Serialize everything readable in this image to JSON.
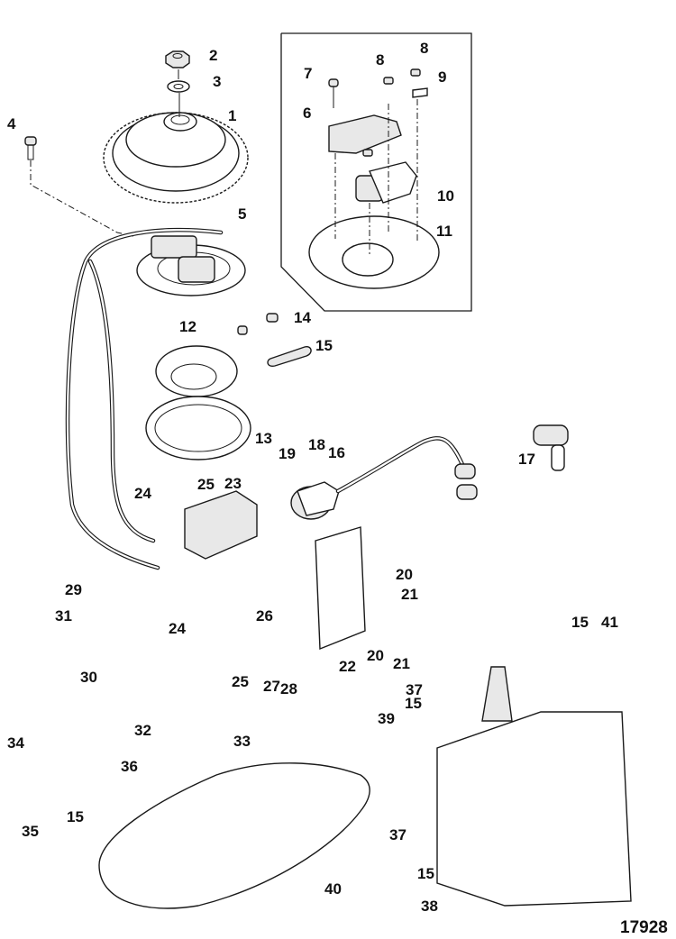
{
  "diagram": {
    "figure_number": "17928",
    "callouts": [
      "1",
      "2",
      "3",
      "4",
      "5",
      "6",
      "7",
      "8",
      "8",
      "9",
      "10",
      "11",
      "12",
      "13",
      "14",
      "15",
      "15",
      "15",
      "15",
      "15",
      "16",
      "17",
      "18",
      "19",
      "20",
      "20",
      "21",
      "21",
      "22",
      "23",
      "24",
      "24",
      "25",
      "25",
      "26",
      "27",
      "28",
      "29",
      "30",
      "31",
      "32",
      "33",
      "34",
      "35",
      "36",
      "37",
      "37",
      "38",
      "39",
      "40",
      "41"
    ]
  }
}
